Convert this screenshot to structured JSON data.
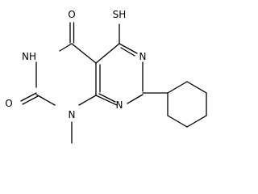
{
  "molecule": {
    "atoms": {
      "o_top": "O",
      "sh": "SH",
      "nh": "NH",
      "n_right_upper": "N",
      "o_left": "O",
      "n_right_lower": "N",
      "n_methyl": "N"
    }
  },
  "colors": {
    "bond": "#000000",
    "label": "#000000",
    "background": "#ffffff"
  }
}
